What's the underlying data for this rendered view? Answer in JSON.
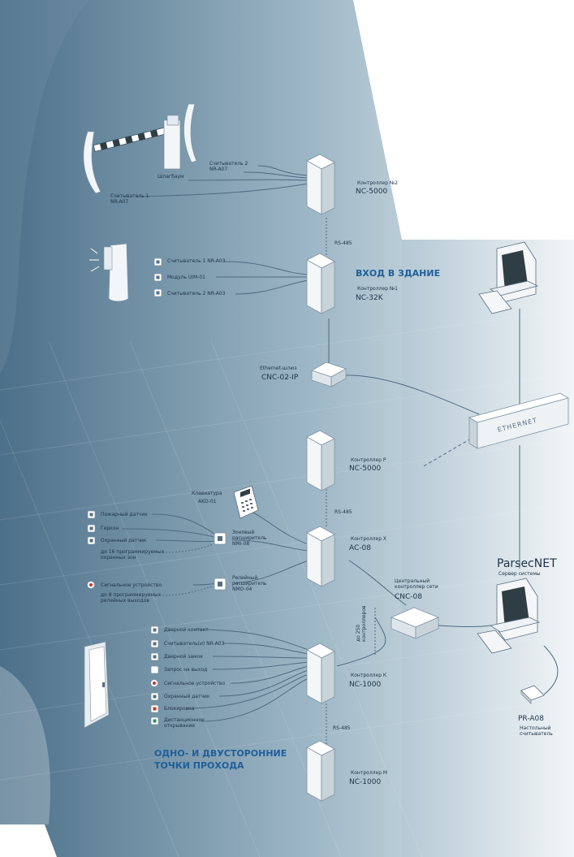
{
  "labels": {
    "reader2": "Считыватель 2\nNR-A07",
    "barrier": "Шлагбаум",
    "reader1": "Считыватель 1\nNR-A07",
    "ctrl2_title": "Контроллер №2",
    "ctrl2_model": "NC-5000",
    "rs485_a": "RS-485",
    "entrance_reader1": "Считыватель 1 NR-A03",
    "entrance_module": "Модуль UIM-01",
    "entrance_reader2": "Считыватель 2 NR-A03",
    "entrance_heading": "ВХОД В ЗДАНИЕ",
    "ctrl1_title": "Контроллер №1",
    "ctrl1_model": "NC-32K",
    "gateway_title": "Ethernet-шлюз",
    "gateway_model": "CNC-02-IP",
    "ethernet": "ETHERNET",
    "ctrlP_title": "Контроллер P",
    "ctrlP_model": "NC-5000",
    "keypad_title": "Клавиатура",
    "keypad_model": "AKD-01",
    "rs485_b": "RS-485",
    "fire_sensor": "Пожарный датчик",
    "reed": "Геркон",
    "security_sensor": "Охранный датчик",
    "zones_note": "до 16 программируемых\nохранных зон",
    "zone_expander": "Зоновый\nрасширитель\nNMI-08",
    "ctrlX_title": "Контроллер X",
    "ctrlX_model": "AC-08",
    "signal_device": "Сигнальное устройство",
    "relay_note": "до 8 программируемых\nрелейных выходов",
    "relay_expander": "Релейный\nрасширитель\nNMO-04",
    "parsecnet": "ParsecNET",
    "server": "Сервер системы",
    "central_title": "Центральный\nконтроллер сети",
    "central_model": "CNC-08",
    "up_to_250": "до 250\nконтроллеров",
    "door_contact": "Дверной контакт",
    "door_readers": "Считыватель(и) NR-A03",
    "door_lock": "Дверной замок",
    "exit_request": "Запрос на выход",
    "door_signal": "Сигнальное устройство",
    "door_security": "Охранный датчик",
    "blocking": "Блокировка",
    "remote_open": "Дистанционное\nоткрывание",
    "ctrlK_title": "Контроллер К",
    "ctrlK_model": "NC-1000",
    "rs485_c": "RS-485",
    "desktop_reader_model": "PR-A08",
    "desktop_reader_desc": "Настольный\nсчитыватель",
    "access_points_heading": "ОДНО- И ДВУСТОРОННИЕ\nТОЧКИ ПРОХОДА",
    "ctrlM_title": "Контроллер М",
    "ctrlM_model": "NC-1000"
  },
  "colors": {
    "bg_dark": "#52778f",
    "bg_light": "#e9f0f4",
    "device": "#f4f6f7",
    "device_shade": "#c9d3da",
    "line": "#4f6a80",
    "heading": "#1f5f9a",
    "signal_red": "#c0392b",
    "remote_green": "#2e8f6b"
  }
}
